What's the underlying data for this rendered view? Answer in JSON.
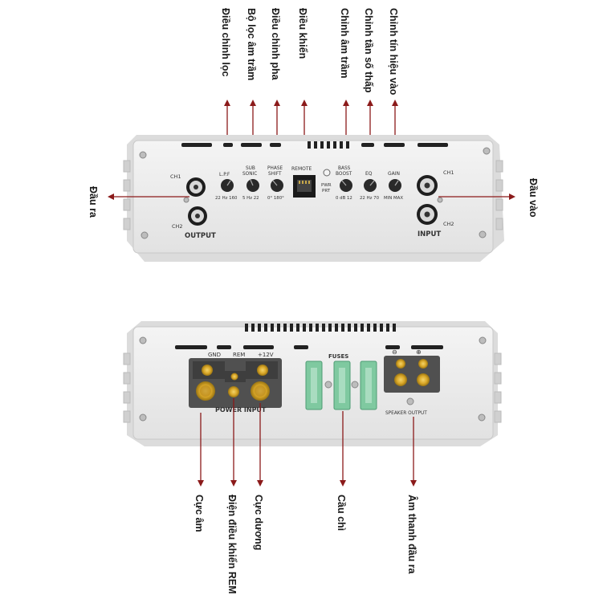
{
  "top_labels": [
    "Điều chỉnh lọc",
    "Bộ lọc âm trầm",
    "Điều chỉnh pha",
    "Điều khiển",
    "Chỉnh âm trầm",
    "Chỉnh tần số thấp",
    "Chỉnh tín hiệu vào"
  ],
  "side_labels": {
    "left": "Đầu ra",
    "right": "Đầu vào"
  },
  "top_panel": {
    "ch1_left": "CH1",
    "ch2_left": "CH2",
    "output": "OUTPUT",
    "lpf": "L.P.F",
    "lpf_scale": "22 Hz 160",
    "sub": "SUB",
    "sonic": "SONIC",
    "sub_scale": "5 Hz 22",
    "phase": "PHASE",
    "shift": "SHIFT",
    "phase_scale": "0° 180°",
    "remote": "REMOTE",
    "pwr": "PWR",
    "prt": "PRT",
    "bass": "BASS",
    "boost": "BOOST",
    "bass_scale": "0 dB 12",
    "eq": "EQ",
    "eq_scale": "22 Hz 70",
    "gain": "GAIN",
    "gain_scale": "MIN MAX",
    "ch1_right": "CH1",
    "ch2_right": "CH2",
    "input": "INPUT"
  },
  "bottom_panel": {
    "gnd": "GND",
    "rem": "REM",
    "v12": "+12V",
    "power_input": "POWER INPUT",
    "fuses": "FUSES",
    "minus": "⊖",
    "plus": "⊕",
    "speaker_output": "SPEAKER OUTPUT"
  },
  "bottom_labels": [
    "Cực âm",
    "Điện điều khiển REM",
    "Cực dương",
    "Cầu chì",
    "Âm thanh đầu ra"
  ],
  "colors": {
    "arrow": "#8b1a1a",
    "panel": "#ececec",
    "terminal": "#5a5a5a",
    "brass": "#d9a728",
    "fuse": "#7fc9a0"
  }
}
